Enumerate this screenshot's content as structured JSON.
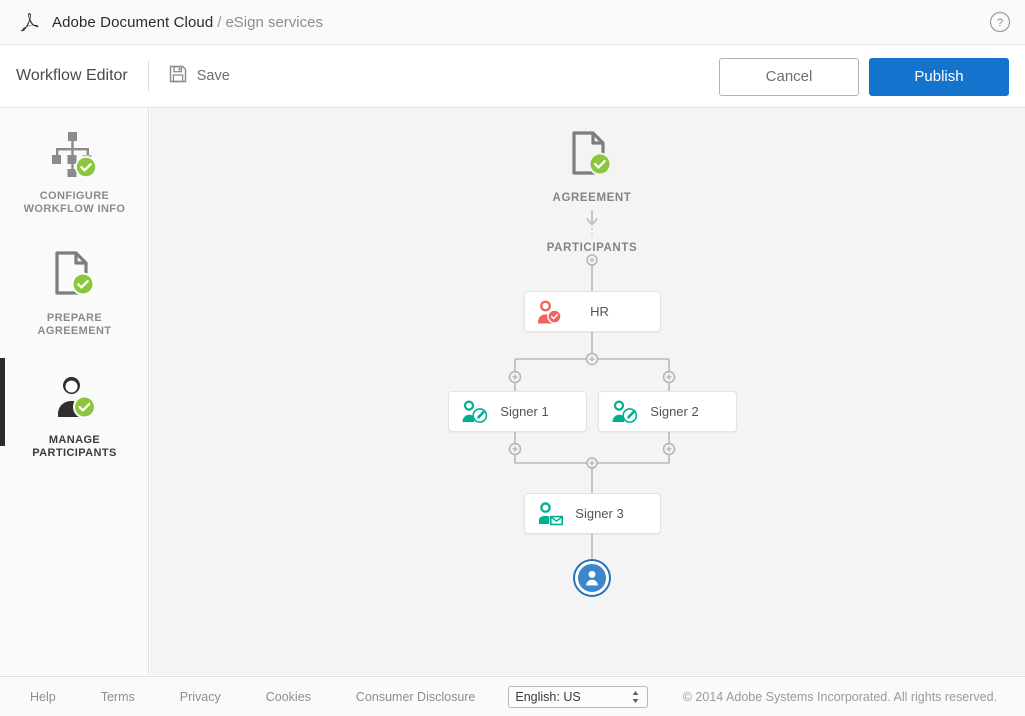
{
  "brand": {
    "logo_icon": "adobe-acrobat-logo",
    "product": "Adobe Document Cloud",
    "separator": "/",
    "service": "eSign services",
    "help_icon": "help-question-icon"
  },
  "toolbar": {
    "title": "Workflow Editor",
    "save_icon": "floppy-disk-save-icon",
    "save_label": "Save",
    "cancel_label": "Cancel",
    "publish_label": "Publish",
    "publish_color": "#1473cc"
  },
  "sidebar": {
    "collapse_icon": "chevron-right-icon",
    "items": [
      {
        "id": "configure-workflow-info",
        "icon": "org-chart-check-icon",
        "line1": "CONFIGURE",
        "line2": "WORKFLOW INFO",
        "active": false
      },
      {
        "id": "prepare-agreement",
        "icon": "document-check-icon",
        "line1": "PREPARE",
        "line2": "AGREEMENT",
        "active": false
      },
      {
        "id": "manage-participants",
        "icon": "person-check-icon",
        "line1": "MANAGE",
        "line2": "PARTICIPANTS",
        "active": true
      }
    ]
  },
  "canvas": {
    "background": "#f4f4f4",
    "agreement": {
      "icon": "document-check-icon",
      "label": "AGREEMENT"
    },
    "flow_arrow_icon": "down-arrow-dotted-icon",
    "participants_label": "PARTICIPANTS",
    "nodes": [
      {
        "id": "hr",
        "label": "HR",
        "icon": "person-check-icon",
        "icon_color": "#f2635f"
      },
      {
        "id": "signer-1",
        "label": "Signer 1",
        "icon": "person-pen-icon",
        "icon_color": "#00b18f"
      },
      {
        "id": "signer-2",
        "label": "Signer 2",
        "icon": "person-pen-icon",
        "icon_color": "#00b18f"
      },
      {
        "id": "signer-3",
        "label": "Signer 3",
        "icon": "person-envelope-icon",
        "icon_color": "#00b18f"
      }
    ],
    "add_participant": {
      "icon": "person-add-icon",
      "color": "#3d85cc"
    },
    "connector_icon": "plus-node-icon"
  },
  "footer": {
    "links": [
      "Help",
      "Terms",
      "Privacy",
      "Cookies",
      "Consumer Disclosure"
    ],
    "language": {
      "selected": "English: US",
      "options": [
        "English: US"
      ],
      "arrows_icon": "updown-arrows-icon"
    },
    "copyright": "© 2014 Adobe Systems Incorporated. All rights reserved."
  }
}
